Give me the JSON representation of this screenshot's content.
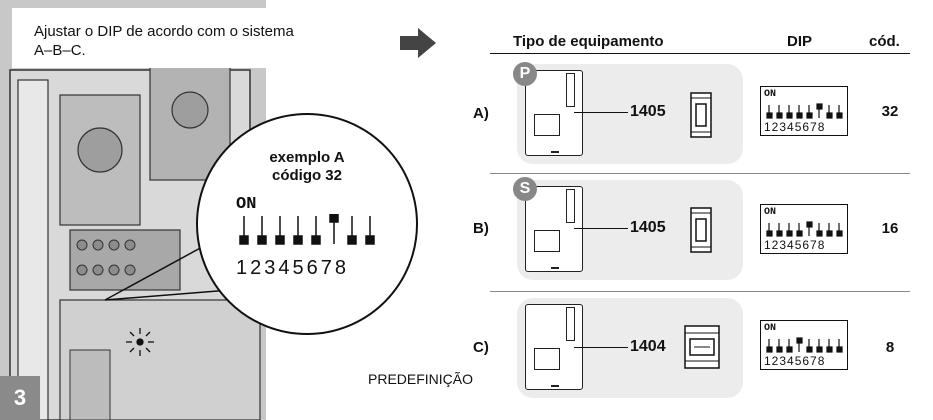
{
  "instruction": {
    "line1": "Ajustar o DIP de acordo com o sistema",
    "line2": "A–B–C."
  },
  "step_number": "3",
  "callout": {
    "title_line1": "exemplo A",
    "title_line2": "código 32",
    "dip_on_label": "ON",
    "dip_numbers": "12345678",
    "dip_raised_switch": 6
  },
  "table": {
    "headers": {
      "equipment": "Tipo de equipamento",
      "dip": "DIP",
      "code": "cód."
    },
    "rows": [
      {
        "label": "A)",
        "badge": "P",
        "device_code": "1405",
        "dip_on": "ON",
        "dip_numbers": "12345678",
        "dip_raised_switch": 6,
        "code": "32"
      },
      {
        "label": "B)",
        "badge": "S",
        "device_code": "1405",
        "dip_on": "ON",
        "dip_numbers": "12345678",
        "dip_raised_switch": 5,
        "code": "16"
      },
      {
        "label": "C)",
        "badge": "",
        "device_code": "1404",
        "dip_on": "ON",
        "dip_numbers": "12345678",
        "dip_raised_switch": 4,
        "code": "8"
      }
    ],
    "footnote": "PREDEFINIÇÃO"
  },
  "colors": {
    "panel_gray": "#c8c8c8",
    "badge_gray": "#888888",
    "row_bg": "#ececec"
  },
  "icons": [
    "arrow-right-icon",
    "led-flash-icon",
    "small-module-icon",
    "power-supply-icon"
  ]
}
